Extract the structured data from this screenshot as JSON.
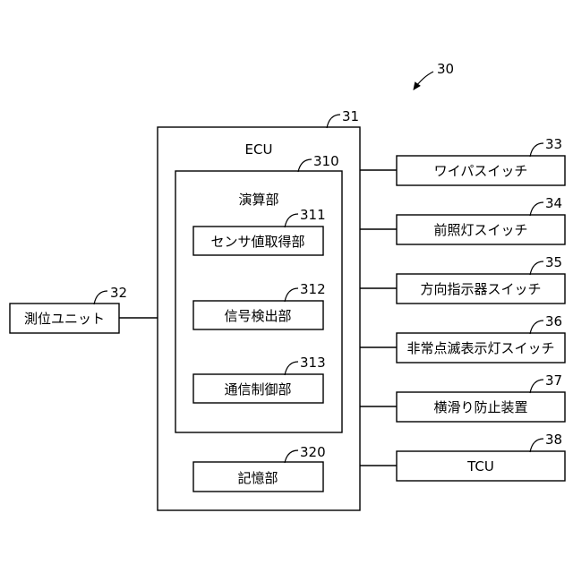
{
  "figure": {
    "ref": "30",
    "ecu": {
      "label": "ECU",
      "ref": "31"
    },
    "computation_unit": {
      "label": "演算部",
      "ref": "310"
    },
    "sensor_acquisition": {
      "label": "センサ値取得部",
      "ref": "311"
    },
    "signal_detection": {
      "label": "信号検出部",
      "ref": "312"
    },
    "comm_control": {
      "label": "通信制御部",
      "ref": "313"
    },
    "storage": {
      "label": "記憶部",
      "ref": "320"
    },
    "positioning": {
      "label": "測位ユニット",
      "ref": "32"
    },
    "wiper_switch": {
      "label": "ワイパスイッチ",
      "ref": "33"
    },
    "headlight_switch": {
      "label": "前照灯スイッチ",
      "ref": "34"
    },
    "turn_signal_switch": {
      "label": "方向指示器スイッチ",
      "ref": "35"
    },
    "hazard_switch": {
      "label": "非常点滅表示灯スイッチ",
      "ref": "36"
    },
    "anti_skid": {
      "label": "横滑り防止装置",
      "ref": "37"
    },
    "tcu": {
      "label": "TCU",
      "ref": "38"
    }
  }
}
